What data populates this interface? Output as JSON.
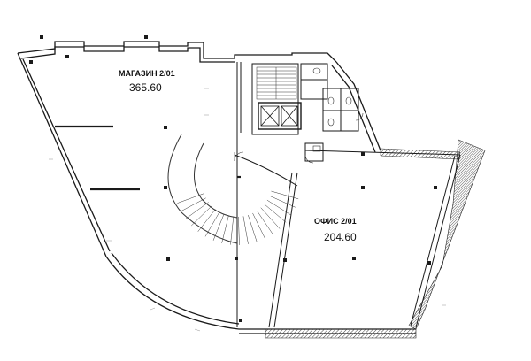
{
  "rooms": [
    {
      "id": "shop",
      "name": "МАГАЗИН 2/01",
      "area": "365.60"
    },
    {
      "id": "office",
      "name": "ОФИС 2/01",
      "area": "204.60"
    }
  ],
  "colors": {
    "line": "#1a1a1a",
    "hatch": "#444444",
    "paper": "#ffffff"
  }
}
